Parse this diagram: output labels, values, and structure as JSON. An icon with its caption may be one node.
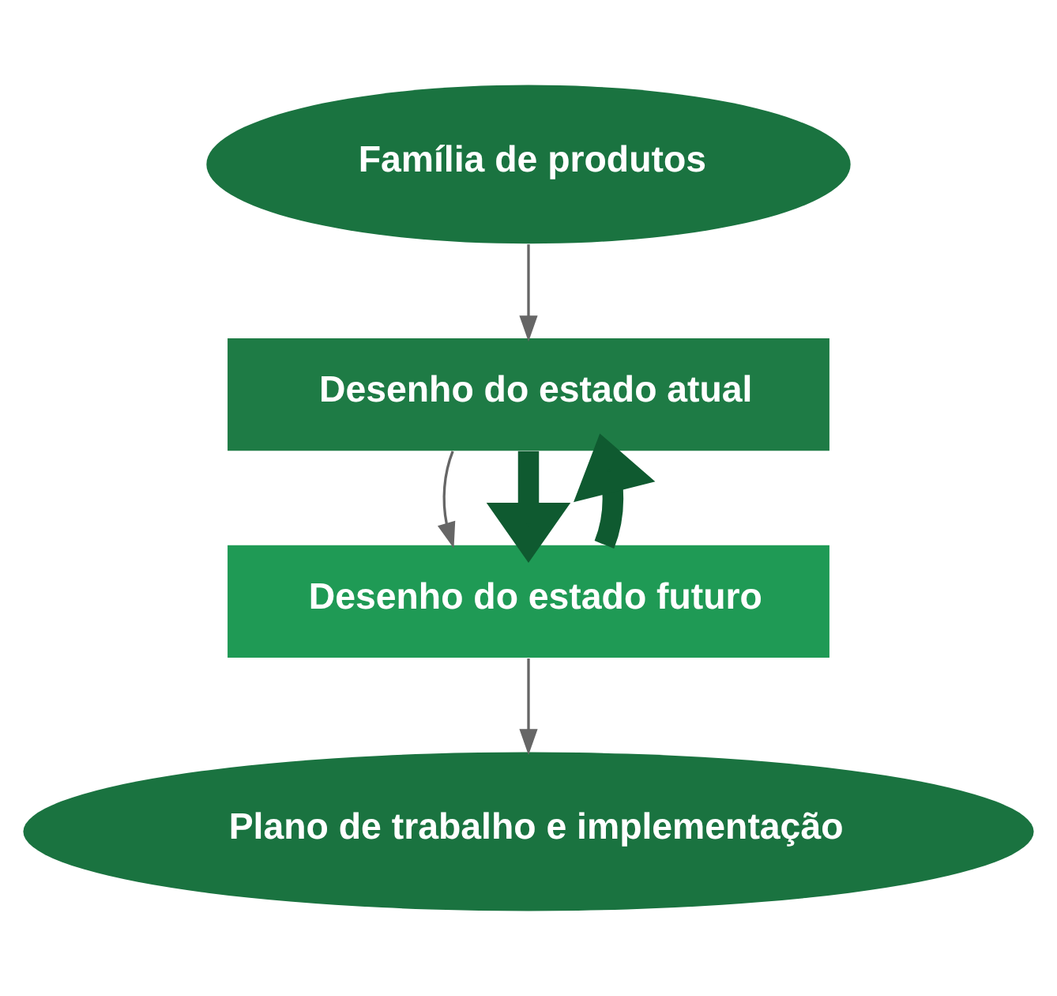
{
  "diagram": {
    "nodes": [
      {
        "text": [
          "Família de produtos"
        ]
      },
      {
        "text": [
          "Desenho do estado atual"
        ]
      },
      {
        "text": [
          "Desenho do estado futuro"
        ]
      },
      {
        "text": [
          "Plano de trabalho e implementação"
        ]
      }
    ],
    "edges": [
      {
        "from": 0,
        "to": 1,
        "arrow": "to"
      },
      {
        "from": 1,
        "to": 2,
        "arrow": "to"
      },
      {
        "from": 2,
        "to": 3,
        "arrow": "to"
      },
      {
        "from": 1,
        "to": 2,
        "arrow": "to",
        "style": "thick",
        "color": "#0f5a30"
      },
      {
        "from": 2,
        "to": 1,
        "arrow": "to",
        "style": "thick",
        "color": "#0f5a30"
      }
    ]
  }
}
